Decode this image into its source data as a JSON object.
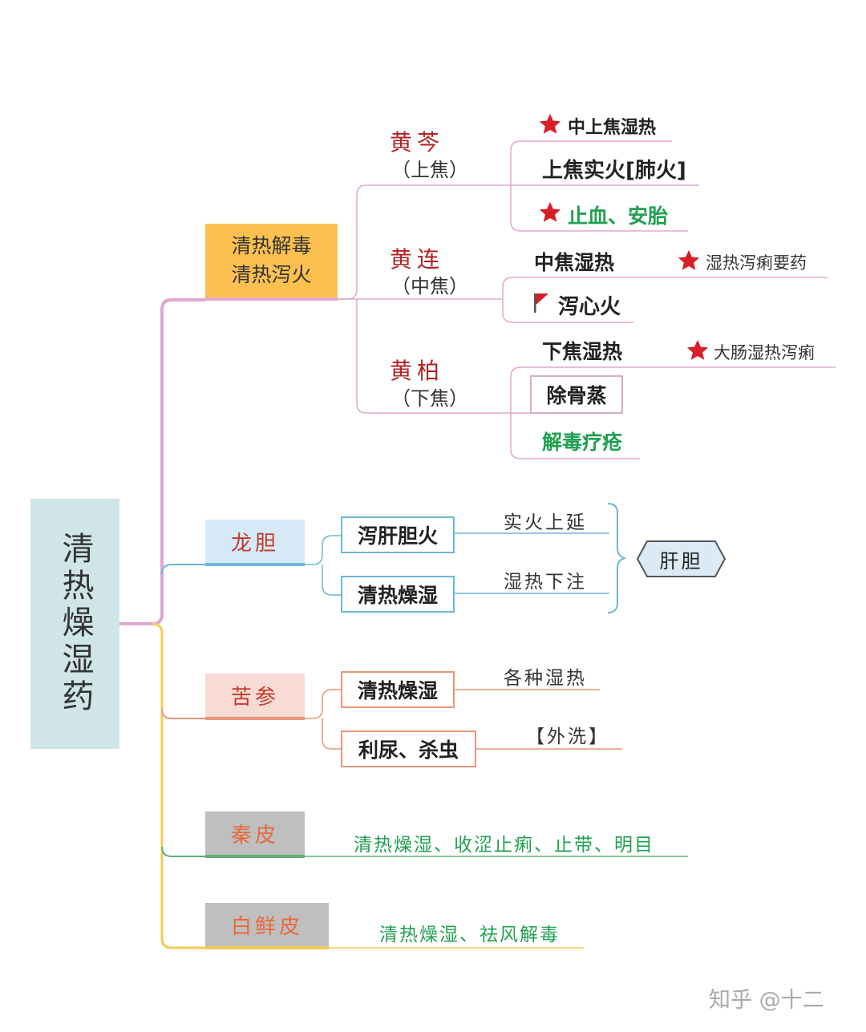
{
  "root": {
    "title": "清热燥湿药"
  },
  "branches": {
    "qingre": {
      "title_line1": "清热解毒",
      "title_line2": "清热泻火",
      "huangqin": {
        "name": "黄芩",
        "part": "（上焦）",
        "items": [
          "中上焦湿热",
          "上焦实火[肺火]",
          "止血、安胎"
        ]
      },
      "huanglian": {
        "name": "黄连",
        "part": "（中焦）",
        "items": [
          "中焦湿热",
          "泻心火"
        ],
        "note": "湿热泻痢要药"
      },
      "huangbai": {
        "name": "黄柏",
        "part": "（下焦）",
        "items": [
          "下焦湿热",
          "除骨蒸",
          "解毒疗疮"
        ],
        "note": "大肠湿热泻痢"
      }
    },
    "longdan": {
      "name": "龙胆",
      "effect1": "泻肝胆火",
      "effect1_note": "实火上延",
      "effect2": "清热燥湿",
      "effect2_note": "湿热下注",
      "target": "肝胆"
    },
    "kushen": {
      "name": "苦参",
      "effect1": "清热燥湿",
      "effect1_note": "各种湿热",
      "effect2": "利尿、杀虫",
      "effect2_note": "【外洗】"
    },
    "qinpi": {
      "name": "秦皮",
      "effects": "清热燥湿、收涩止痢、止带、明目"
    },
    "baixianpi": {
      "name": "白鲜皮",
      "effects": "清热燥湿、祛风解毒"
    }
  },
  "watermark": "知乎 @十二",
  "colors": {
    "pink": "#e0a8cf",
    "blue": "#6cb8d6",
    "orange": "#e9967a",
    "green": "#5fae76",
    "yellow": "#f4cb58",
    "red": "#d71f28",
    "green_text": "#20a050",
    "drug_name": "#b32222"
  },
  "icons": {
    "star": "star-icon",
    "flag": "flag-icon"
  }
}
